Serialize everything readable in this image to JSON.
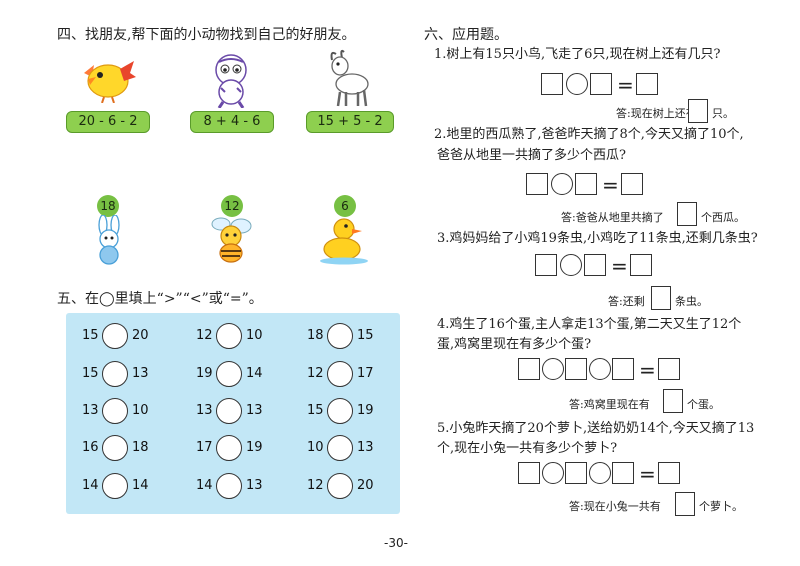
{
  "section4": {
    "title": "四、找朋友,帮下面的小动物找到自己的好朋友。",
    "expressions": [
      "20 - 6 - 2",
      "8 + 4 - 6",
      "15 + 5 - 2"
    ],
    "answers": [
      "18",
      "12",
      "6"
    ]
  },
  "section5": {
    "title": "五、在◯里填上“>”“<”或“=”。",
    "rows": [
      [
        [
          "15",
          "20"
        ],
        [
          "12",
          "10"
        ],
        [
          "18",
          "15"
        ]
      ],
      [
        [
          "15",
          "13"
        ],
        [
          "19",
          "14"
        ],
        [
          "12",
          "17"
        ]
      ],
      [
        [
          "13",
          "10"
        ],
        [
          "13",
          "13"
        ],
        [
          "15",
          "19"
        ]
      ],
      [
        [
          "16",
          "18"
        ],
        [
          "17",
          "19"
        ],
        [
          "10",
          "13"
        ]
      ],
      [
        [
          "14",
          "14"
        ],
        [
          "14",
          "13"
        ],
        [
          "12",
          "20"
        ]
      ]
    ]
  },
  "section6": {
    "title": "六、应用题。",
    "q1": "1.树上有15只小鸟,飞走了6只,现在树上还有几只?",
    "a1_pre": "答:现在树上还有",
    "a1_post": "只。",
    "q2_l1": "2.地里的西瓜熟了,爸爸昨天摘了8个,今天又摘了10个,",
    "q2_l2": "爸爸从地里一共摘了多少个西瓜?",
    "a2_pre": "答:爸爸从地里共摘了",
    "a2_post": "个西瓜。",
    "q3": "3.鸡妈妈给了小鸡19条虫,小鸡吃了11条虫,还剩几条虫?",
    "a3_pre": "答:还剩",
    "a3_post": "条虫。",
    "q4_l1": "4.鸡生了16个蛋,主人拿走13个蛋,第二天又生了12个",
    "q4_l2": "蛋,鸡窝里现在有多少个蛋?",
    "a4_pre": "答:鸡窝里现在有",
    "a4_post": "个蛋。",
    "q5_l1": "5.小兔昨天摘了20个萝卜,送给奶奶14个,今天又摘了13",
    "q5_l2": "个,现在小兔一共有多少个萝卜?",
    "a5_pre": "答:现在小兔一共有",
    "a5_post": "个萝卜。",
    "equals": "="
  },
  "page_number": "-30-"
}
